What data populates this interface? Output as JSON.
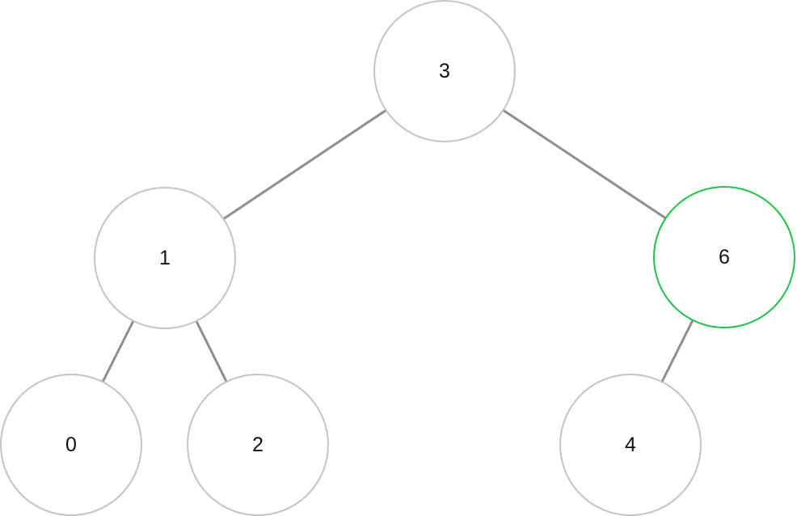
{
  "colors": {
    "node_border": "#c4c4c4",
    "highlight_border": "#22c24a",
    "edge": "#8e8e8e",
    "label": "#111111",
    "background": "#ffffff"
  },
  "tree": {
    "nodes": [
      {
        "id": "3",
        "label": "3",
        "highlighted": false
      },
      {
        "id": "1",
        "label": "1",
        "highlighted": false
      },
      {
        "id": "6",
        "label": "6",
        "highlighted": true
      },
      {
        "id": "0",
        "label": "0",
        "highlighted": false
      },
      {
        "id": "2",
        "label": "2",
        "highlighted": false
      },
      {
        "id": "4",
        "label": "4",
        "highlighted": false
      }
    ],
    "edges": [
      {
        "from": "3",
        "to": "1"
      },
      {
        "from": "3",
        "to": "6"
      },
      {
        "from": "1",
        "to": "0"
      },
      {
        "from": "1",
        "to": "2"
      },
      {
        "from": "6",
        "to": "4"
      }
    ]
  }
}
